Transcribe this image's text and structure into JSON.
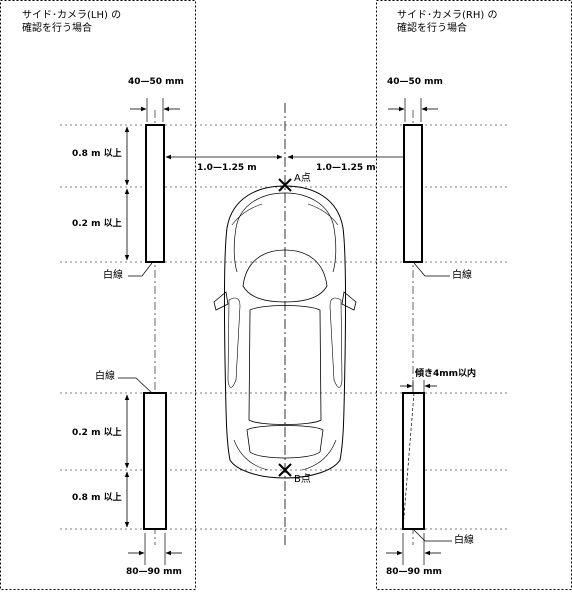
{
  "panels": {
    "left_title_line1": "サイド･カメラ(LH) の",
    "left_title_line2": "確認を行う場合",
    "right_title_line1": "サイド･カメラ(RH) の",
    "right_title_line2": "確認を行う場合"
  },
  "dimensions": {
    "line_offset_top": "40—50 mm",
    "line_offset_bottom": "80—90 mm",
    "lateral_distance": "1.0—1.25 m",
    "upper_gap": "0.8 m 以上",
    "line_segment": "0.2 m 以上",
    "tilt_tolerance": "傾き4mm以内"
  },
  "labels": {
    "white_line": "白線",
    "point_a": "A点",
    "point_b": "B点"
  }
}
